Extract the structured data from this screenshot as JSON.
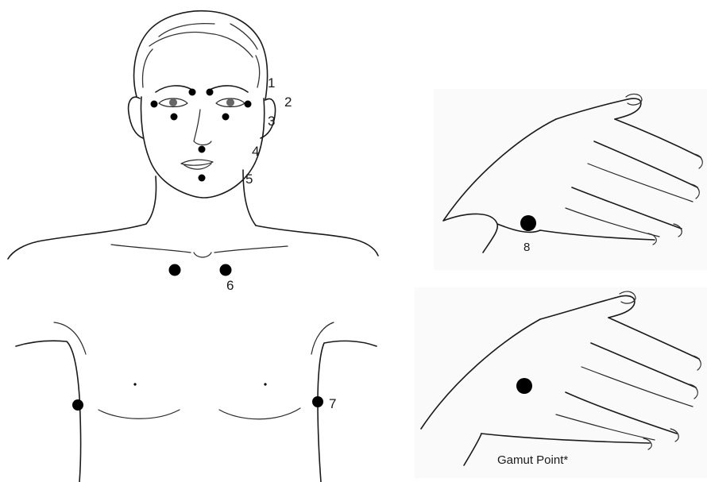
{
  "labels": {
    "p1": "1",
    "p2": "2",
    "p3": "3",
    "p4": "4",
    "p5": "5",
    "p6": "6",
    "p7": "7",
    "p8": "8",
    "gamut": "Gamut Point*"
  },
  "colors": {
    "ink": "#1a1a1a",
    "dot": "#000000",
    "background": "#ffffff"
  }
}
